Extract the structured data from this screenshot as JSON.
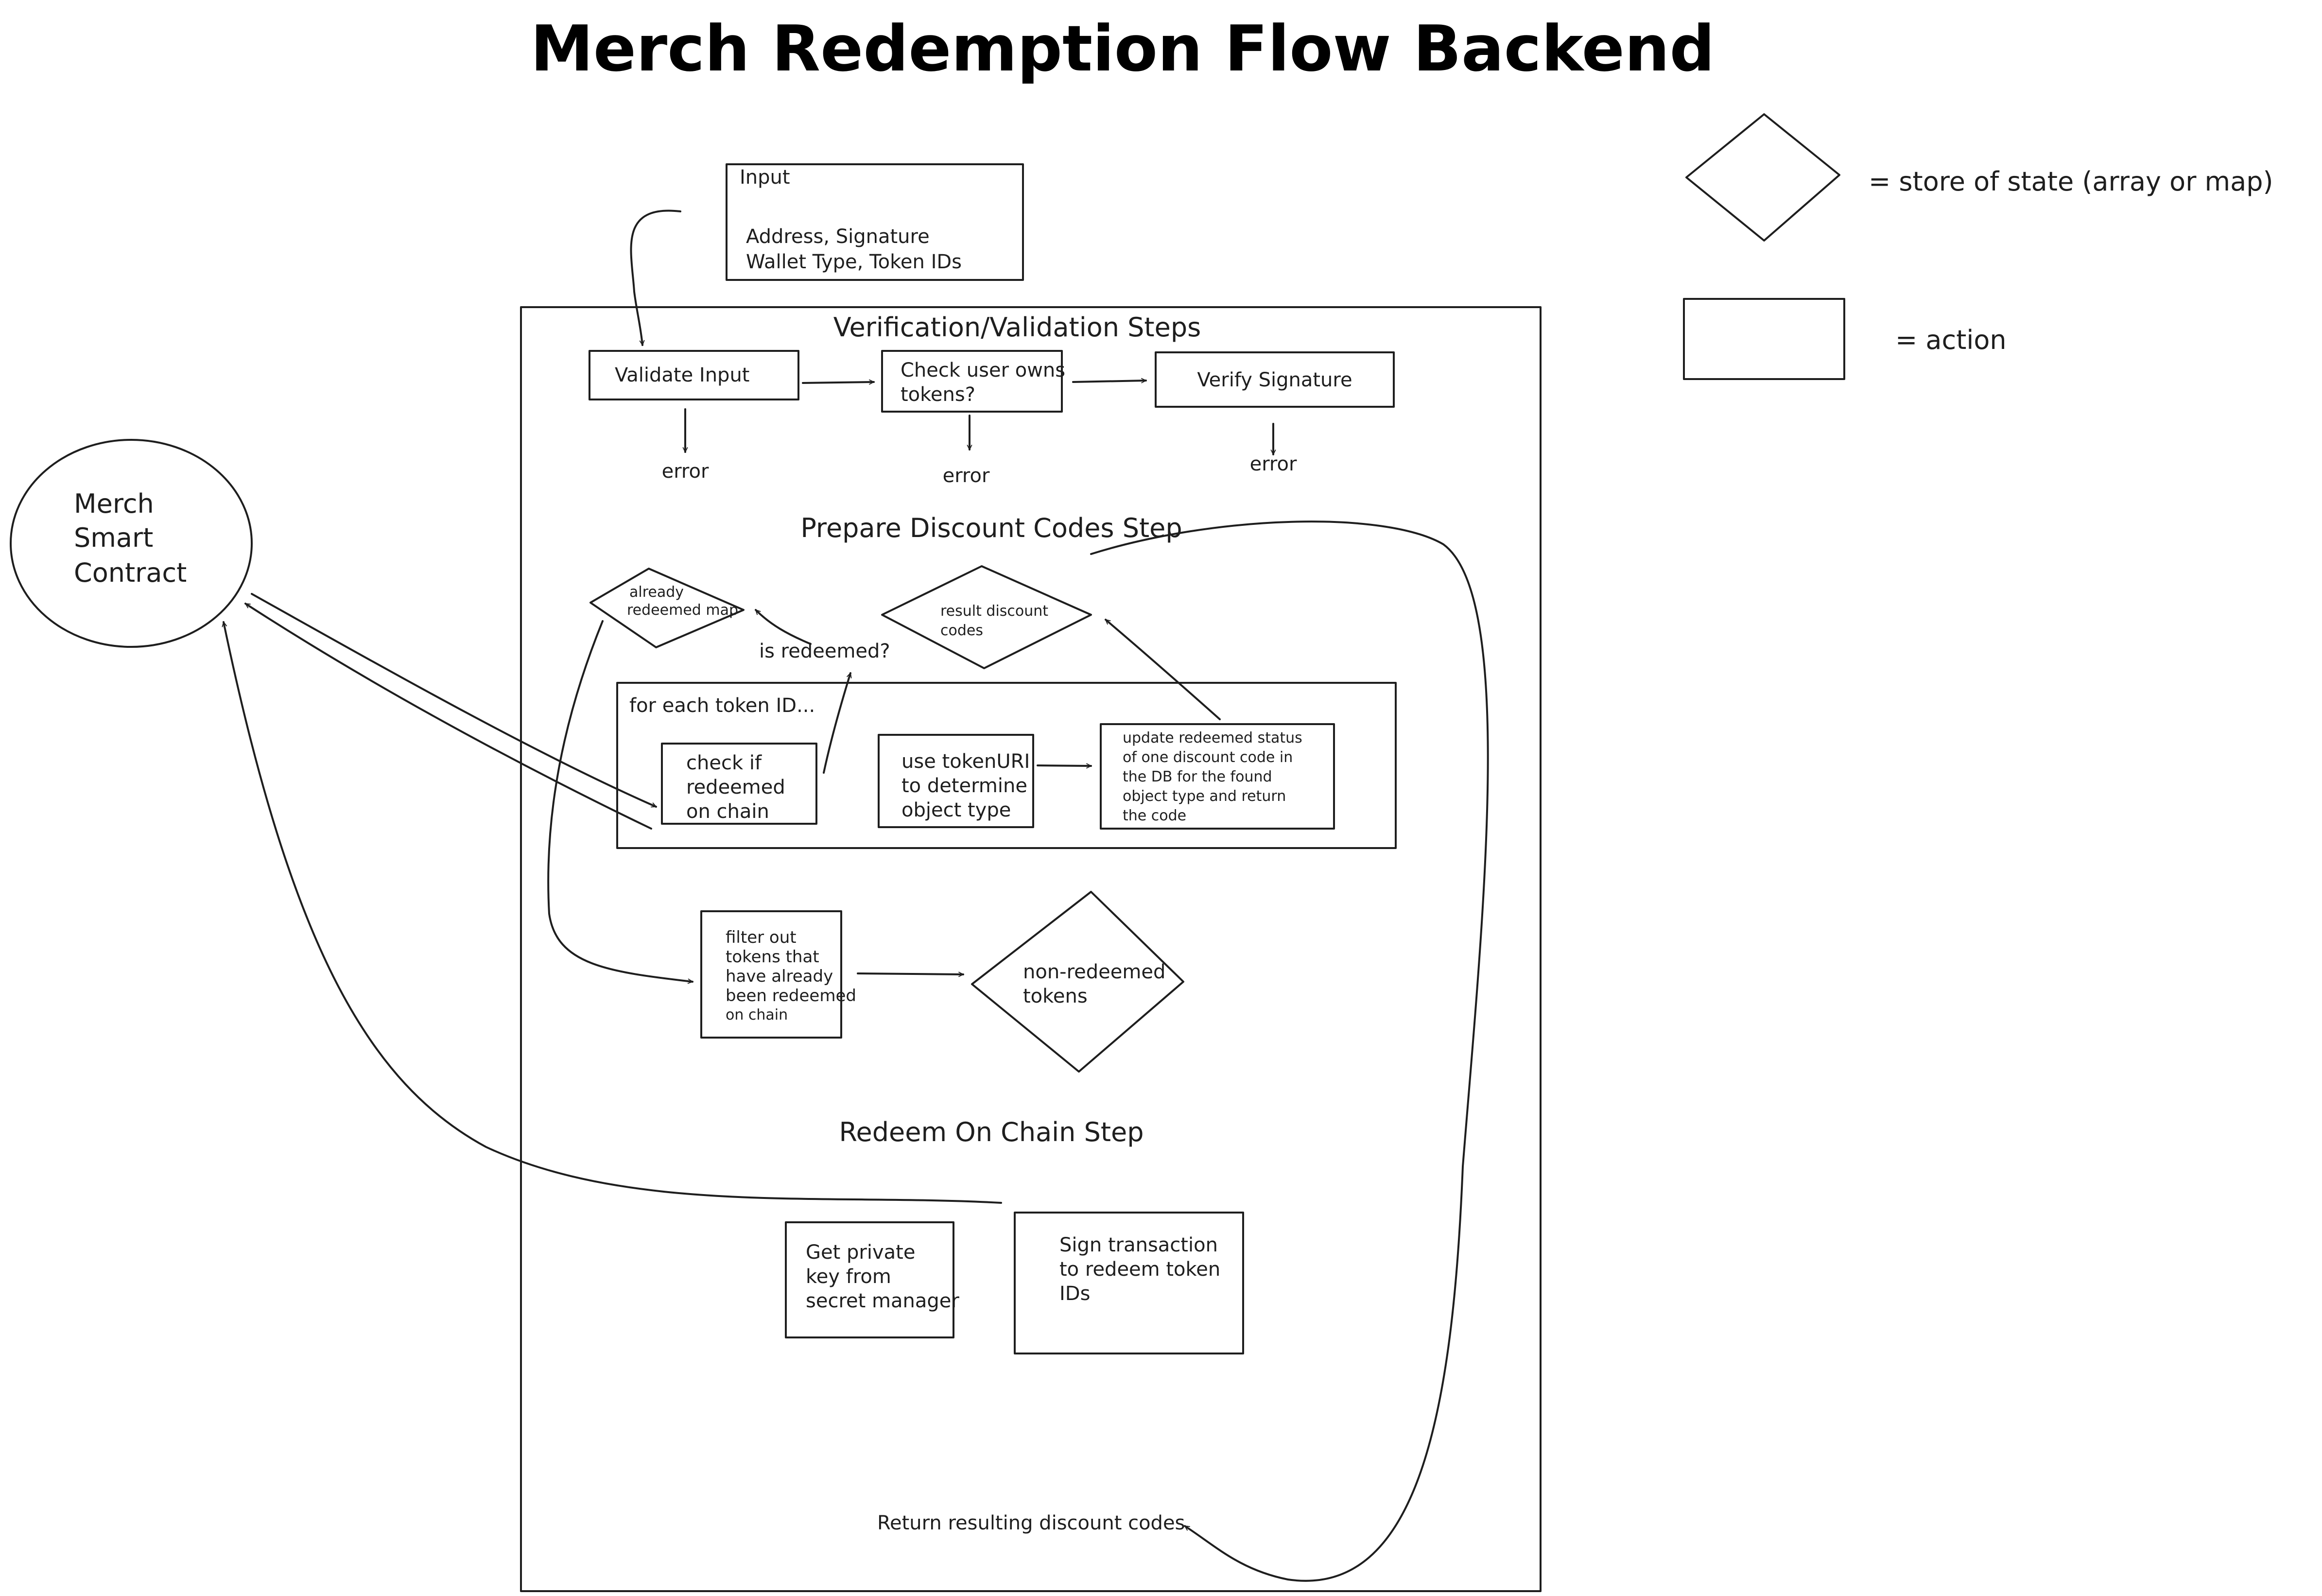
{
  "title": "Merch Redemption Flow Backend",
  "legend": {
    "diamond_label": "= store of state (array or map)",
    "box_label": "= action"
  },
  "input_box": {
    "heading": "Input",
    "line1": "Address, Signature",
    "line2": "Wallet Type, Token IDs"
  },
  "contract": {
    "line1": "Merch",
    "line2": "Smart",
    "line3": "Contract"
  },
  "verification": {
    "heading": "Verification/Validation Steps",
    "validate_input": "Validate Input",
    "check_owns_line1": "Check user owns",
    "check_owns_line2": "tokens?",
    "verify_signature": "Verify Signature",
    "error1": "error",
    "error2": "error",
    "error3": "error"
  },
  "prepare": {
    "heading": "Prepare Discount Codes Step",
    "already_redeemed_line1": "already",
    "already_redeemed_line2": "redeemed map",
    "is_redeemed": "is redeemed?",
    "result_codes_line1": "result discount",
    "result_codes_line2": "codes",
    "for_each": "for each token ID...",
    "check_line1": "check if",
    "check_line2": "redeemed",
    "check_line3": "on chain",
    "token_uri_line1": "use tokenURI",
    "token_uri_line2": "to determine",
    "token_uri_line3": "object type",
    "update_line1": "update redeemed status",
    "update_line2": "of one discount code in",
    "update_line3": "the DB for the found",
    "update_line4": "object type and return",
    "update_line5": "the code",
    "filter_line1": "filter out",
    "filter_line2": "tokens that",
    "filter_line3": "have already",
    "filter_line4": "been redeemed",
    "filter_line5": "on chain",
    "non_redeemed_line1": "non-redeemed",
    "non_redeemed_line2": "tokens"
  },
  "redeem": {
    "heading": "Redeem On Chain Step",
    "private_key_line1": "Get private",
    "private_key_line2": "key from",
    "private_key_line3": "secret manager",
    "sign_line1": "Sign transaction",
    "sign_line2": "to redeem token",
    "sign_line3": "IDs"
  },
  "return_label": "Return resulting discount codes"
}
